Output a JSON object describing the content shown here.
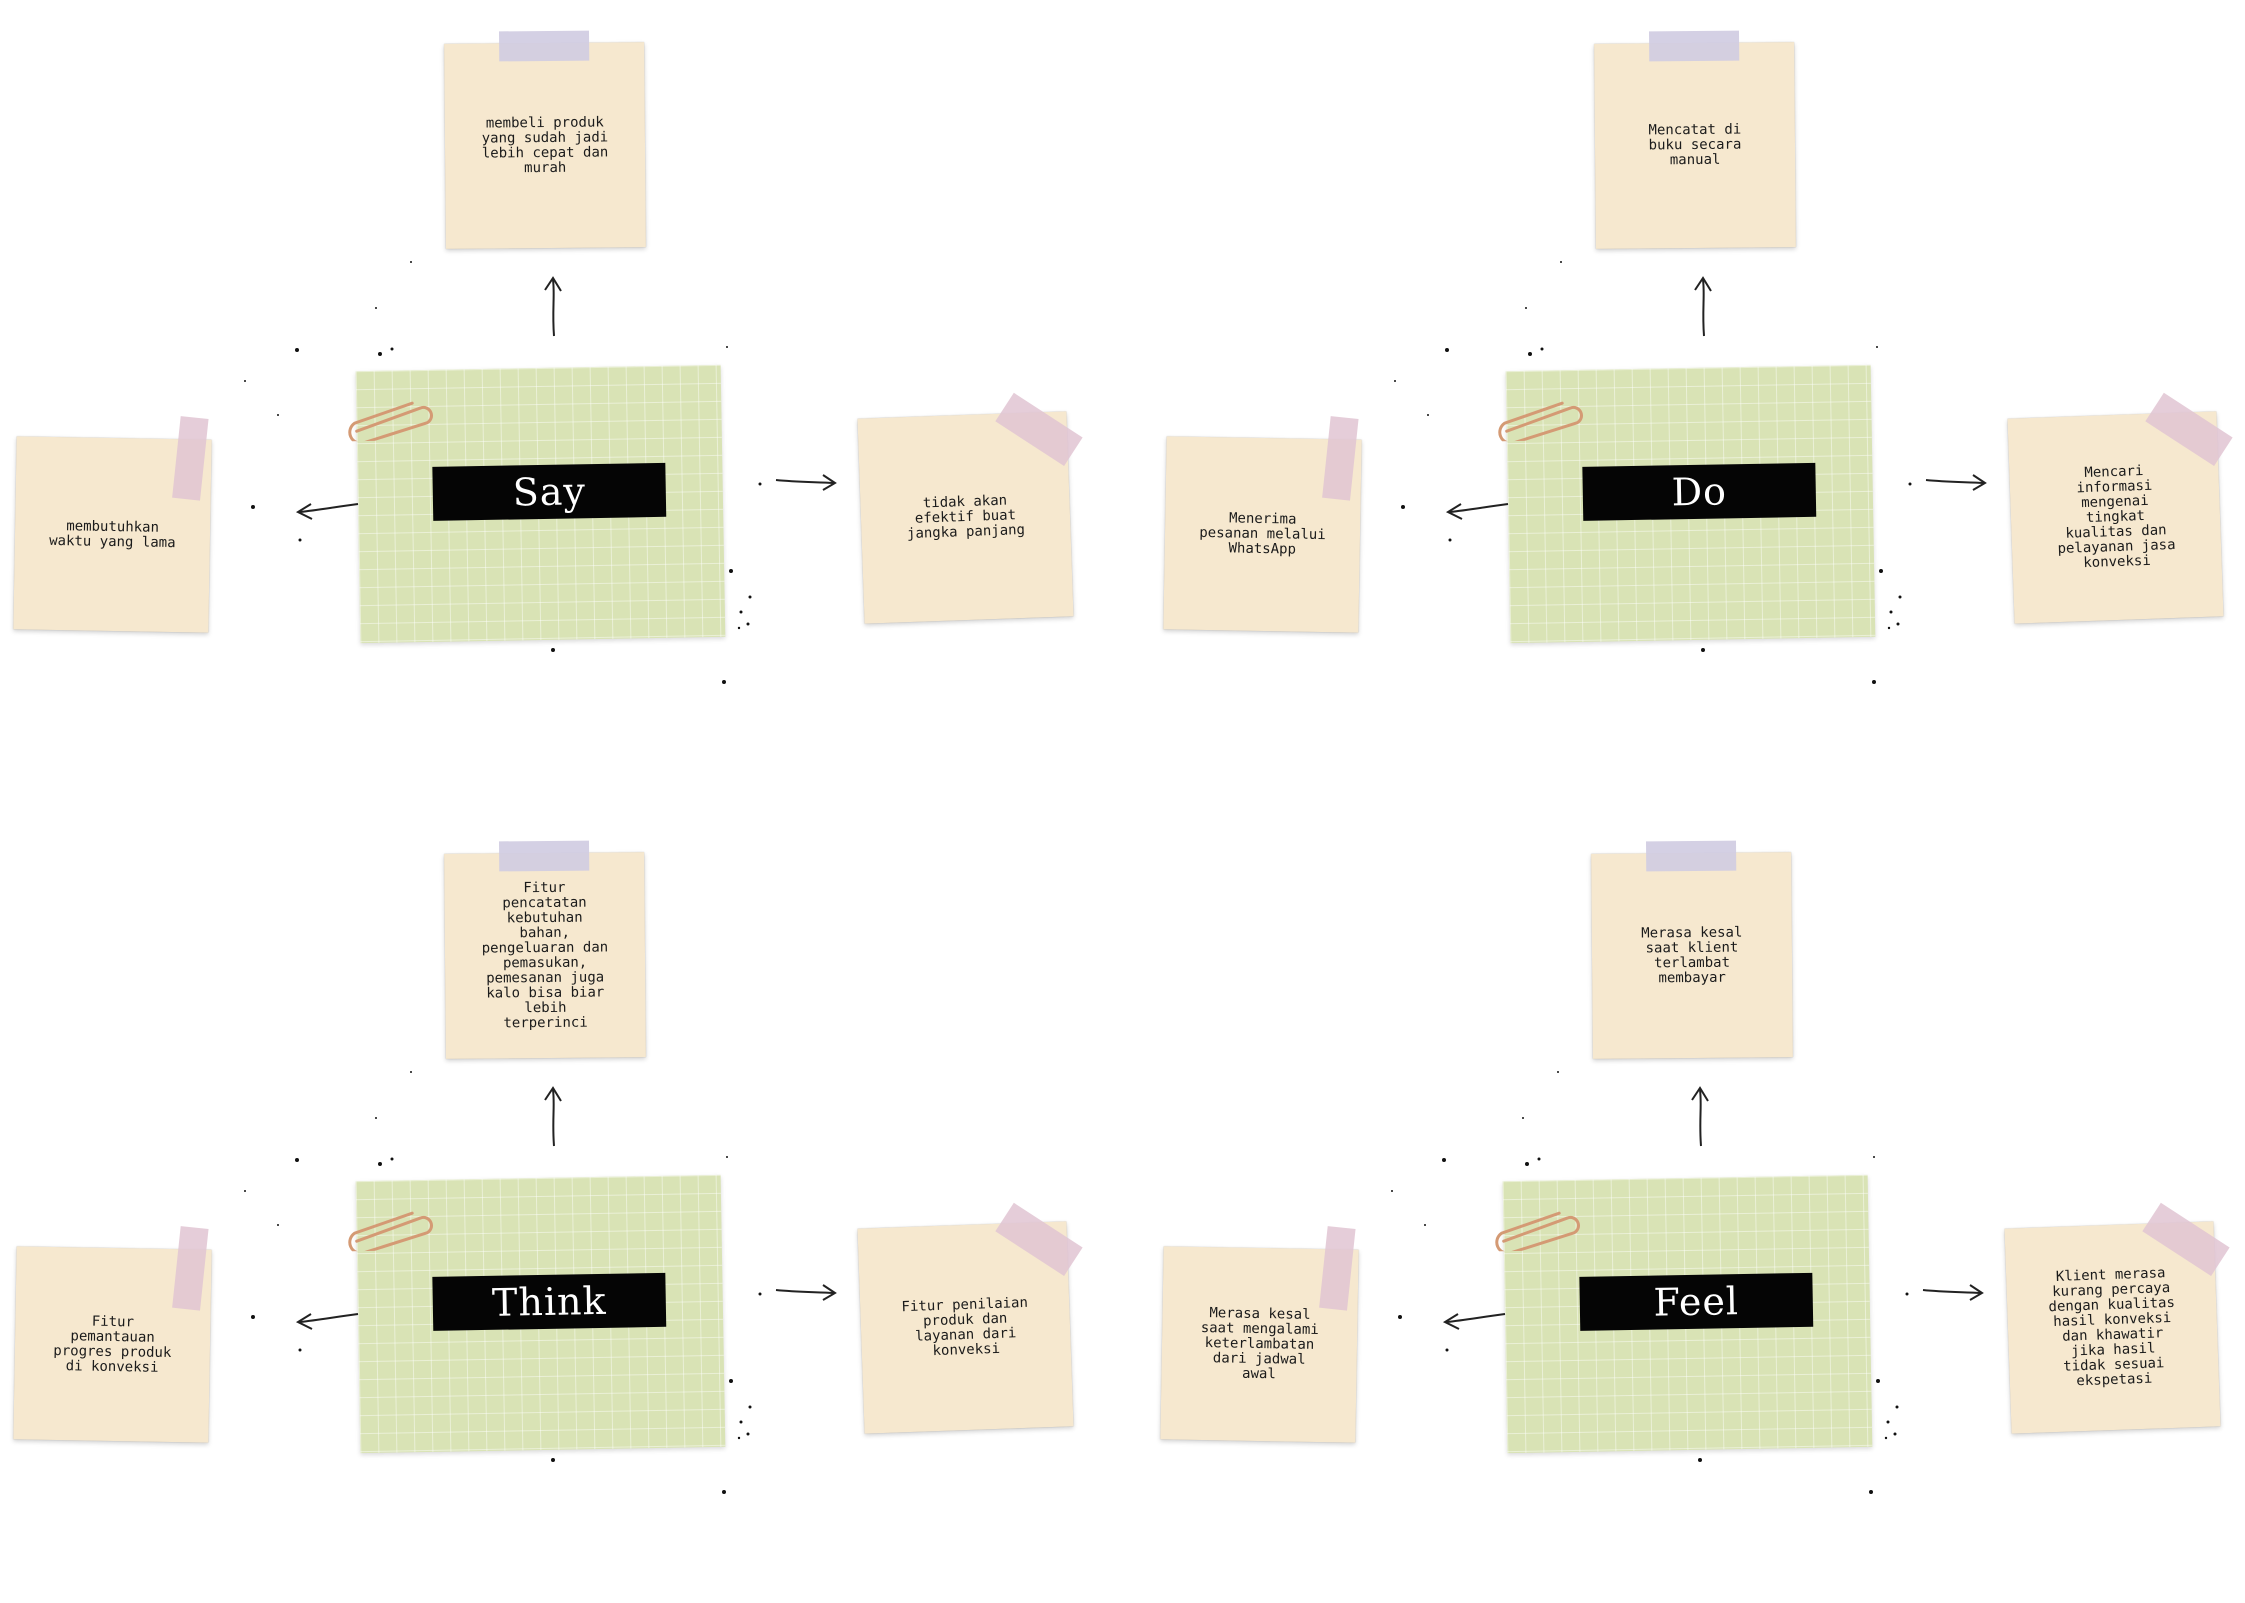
{
  "quadrants": [
    {
      "label": "Say",
      "top_note": "membeli produk\nyang sudah jadi\nlebih cepat dan\nmurah",
      "left_note": "membutuhkan\nwaktu yang lama",
      "right_note": "tidak akan\nefektif buat\njangka panjang"
    },
    {
      "label": "Do",
      "top_note": "Mencatat di\nbuku secara\nmanual",
      "left_note": "Menerima\npesanan melalui\nWhatsApp",
      "right_note": "Mencari\ninformasi\nmengenai\ntingkat\nkualitas dan\npelayanan jasa\nkonveksi"
    },
    {
      "label": "Think",
      "top_note": "Fitur\npencatatan\nkebutuhan\nbahan,\npengeluaran dan\npemasukan,\npemesanan juga\nkalo bisa biar\nlebih\nterperinci",
      "left_note": "Fitur\npemantauan\nprogres produk\ndi konveksi",
      "right_note": "Fitur penilaian\nproduk dan\nlayanan dari\nkonveksi"
    },
    {
      "label": "Feel",
      "top_note": "Merasa kesal\nsaat klient\nterlambat\nmembayar",
      "left_note": "Merasa kesal\nsaat mengalami\nketerlambatan\ndari jadwal\nawal",
      "right_note": "Klient merasa\nkurang percaya\ndengan kualitas\nhasil konveksi\ndan khawatir\njika hasil\ntidak sesuai\nekspetasi"
    }
  ],
  "colors": {
    "note": "#f6e8cf",
    "main_card": "#d9e3b5",
    "label_bar": "#050505",
    "tape_lavender": "#d0cce2",
    "tape_pink": "#e0c4d2",
    "paperclip": "#d49a74"
  }
}
